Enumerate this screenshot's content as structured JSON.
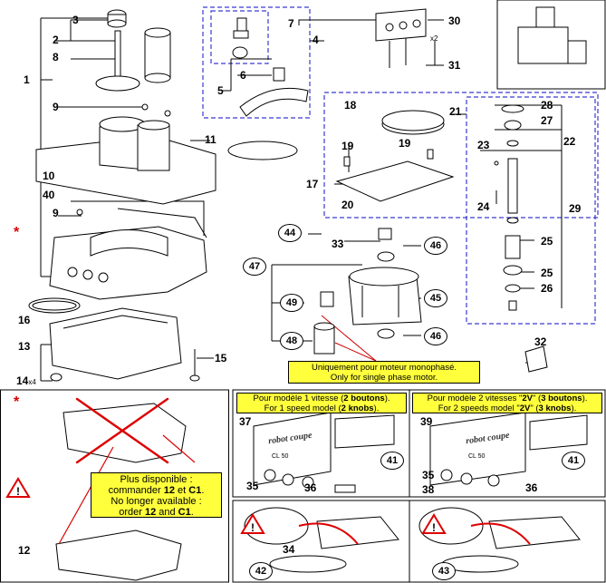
{
  "labels": {
    "n1": "1",
    "n2": "2",
    "n3": "3",
    "n4": "4",
    "n5": "5",
    "n6": "6",
    "n7": "7",
    "n8": "8",
    "n9a": "9",
    "n9b": "9",
    "n10": "10",
    "n11": "11",
    "n12": "12",
    "n13": "13",
    "n14": "14",
    "n14x": "x4",
    "n15": "15",
    "n16": "16",
    "n17": "17",
    "n18": "18",
    "n19a": "19",
    "n19b": "19",
    "n20": "20",
    "n21": "21",
    "n22": "22",
    "n23": "23",
    "n24": "24",
    "n25a": "25",
    "n25b": "25",
    "n26": "26",
    "n27": "27",
    "n28": "28",
    "n29": "29",
    "n30": "30",
    "n30x": "x2",
    "n31": "31",
    "n32": "32",
    "n33": "33",
    "n37": "37",
    "n39": "39",
    "n44": "44",
    "n46a": "46",
    "n46b": "46",
    "n47": "47",
    "n49": "49",
    "n45": "45",
    "n48": "48",
    "n35a": "35",
    "n35b": "35",
    "n36a": "36",
    "n36b": "36",
    "n38": "38",
    "n34": "34",
    "n40": "40",
    "n41a": "41",
    "n41b": "41",
    "n42": "42",
    "n43": "43",
    "star1": "*",
    "star2": "*",
    "pn12": "12"
  },
  "notes": {
    "mono_fr": "Uniquement pour moteur monophasé.",
    "mono_en": "Only for single phase motor.",
    "nolonger_l1": "Plus disponible :",
    "nolonger_l2_pre": "commander ",
    "nolonger_l2_b1": "12",
    "nolonger_l2_mid": " et ",
    "nolonger_l2_b2": "C1",
    "nolonger_l3": "No longer available :",
    "nolonger_l4_pre": "order ",
    "nolonger_l4_b1": "12",
    "nolonger_l4_mid": " and ",
    "nolonger_l4_b2": "C1",
    "model1_fr_pre": "Pour modèle 1 vitesse (",
    "model1_fr_b": "2 boutons",
    "model1_fr_post": ").",
    "model1_en_pre": "For 1 speed model (",
    "model1_en_b": "2 knobs",
    "model1_en_post": ").",
    "model2_fr_pre": "Pour modèle 2 vitesses \"",
    "model2_fr_b1": "2V",
    "model2_fr_mid": "\" (",
    "model2_fr_b2": "3 boutons",
    "model2_fr_post": ").",
    "model2_en_pre": "For 2 speeds model \"",
    "model2_en_b1": "2V",
    "model2_en_mid": "\" (",
    "model2_en_b2": "3 knobs",
    "model2_en_post": ")."
  },
  "panel_text": {
    "brand": "robot coupe",
    "model": "CL 50",
    "brand2": "robot coupe",
    "model2": "CL 50"
  },
  "colors": {
    "note_bg": "#ffff3c",
    "warning_red": "#d00000",
    "dash_blue": "#3a3ad0"
  }
}
